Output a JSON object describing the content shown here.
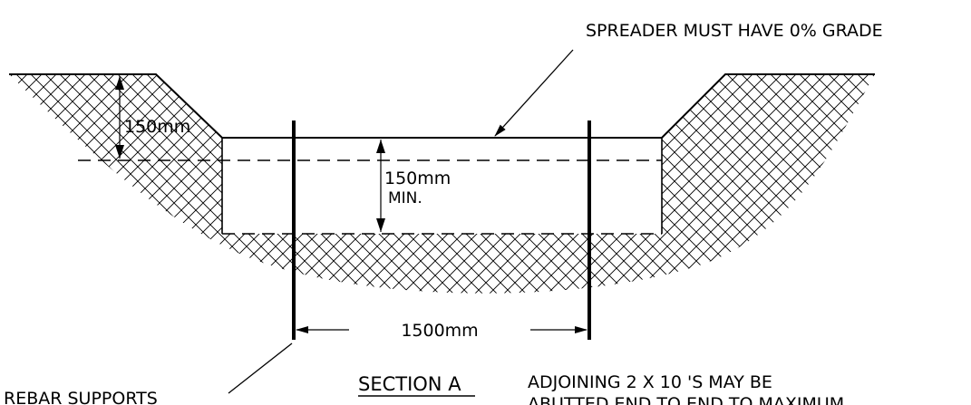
{
  "diagram": {
    "labels": {
      "spreader_note": "SPREADER MUST HAVE 0% GRADE",
      "rebar_note": "REBAR SUPPORTS",
      "section_title": "SECTION A",
      "adjoining_line1": "ADJOINING 2 X 10 'S MAY BE",
      "adjoining_line2": "ABUTTED END TO END TO MAXIMUM"
    },
    "dimensions": {
      "side_depth": "150mm",
      "depth_line1": "150mm",
      "depth_line2": "MIN.",
      "spacing": "1500mm"
    },
    "colors": {
      "ink": "#000000",
      "background": "#ffffff"
    }
  }
}
